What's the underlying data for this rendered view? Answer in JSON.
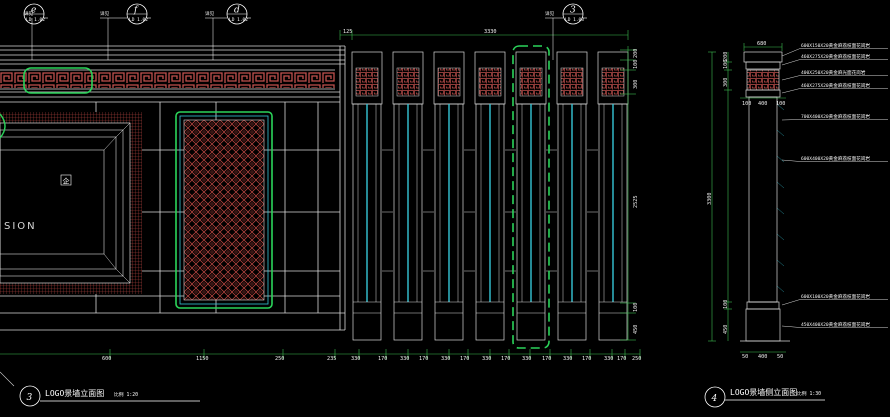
{
  "front_elevation": {
    "title": "LOGO景墙立面图",
    "scale": "比例 1:20",
    "number": "3",
    "logo_text": "SION",
    "logo_mark": "企",
    "top_dims": [
      "125",
      "3330"
    ],
    "right_dims": [
      "200",
      "100",
      "300",
      "2525",
      "100",
      "450"
    ],
    "bottom_dims": [
      "600",
      "1150",
      "250",
      "235",
      "330",
      "170",
      "330",
      "170",
      "330",
      "170",
      "330",
      "170",
      "330",
      "170",
      "330",
      "170",
      "330",
      "170",
      "250"
    ],
    "callouts": [
      {
        "label": "详见",
        "letter": "e",
        "ref": "LD 1.02"
      },
      {
        "label": "详见",
        "letter": "f",
        "ref": "LD 1.02"
      },
      {
        "label": "详见",
        "letter": "d",
        "ref": "LD 1.02"
      },
      {
        "label": "详见",
        "letter": "3",
        "ref": "LD 1.03"
      }
    ]
  },
  "side_elevation": {
    "title": "LOGO景墙侧立面图",
    "scale": "比例 1:30",
    "number": "4",
    "top_dim": "680",
    "left_dims": [
      "200",
      "100",
      "300",
      "3300",
      "100",
      "450"
    ],
    "mid_dims": [
      "100",
      "400",
      "100"
    ],
    "bottom_dims": [
      "50",
      "400",
      "50"
    ],
    "notes": [
      "600X150X20黄金麻荔枝面花岗岩",
      "460X275X20黄金麻荔枝面花岗岩",
      "400X250X20黄金麻光面花岗岩",
      "460X275X20黄金麻荔枝面花岗岩",
      "700X400X20黄金麻荔枝面花岗岩",
      "600X400X20黄金麻荔枝面花岗岩",
      "600X100X20黄金麻荔枝面花岗岩",
      "450X400X20黄金麻荔枝面花岗岩"
    ]
  },
  "colors": {
    "line": "#d9d9d9",
    "pattern": "#c0504d",
    "cyan": "#35c6d6",
    "green": "#2bd45a",
    "dim_green": "#3dbd4f"
  }
}
